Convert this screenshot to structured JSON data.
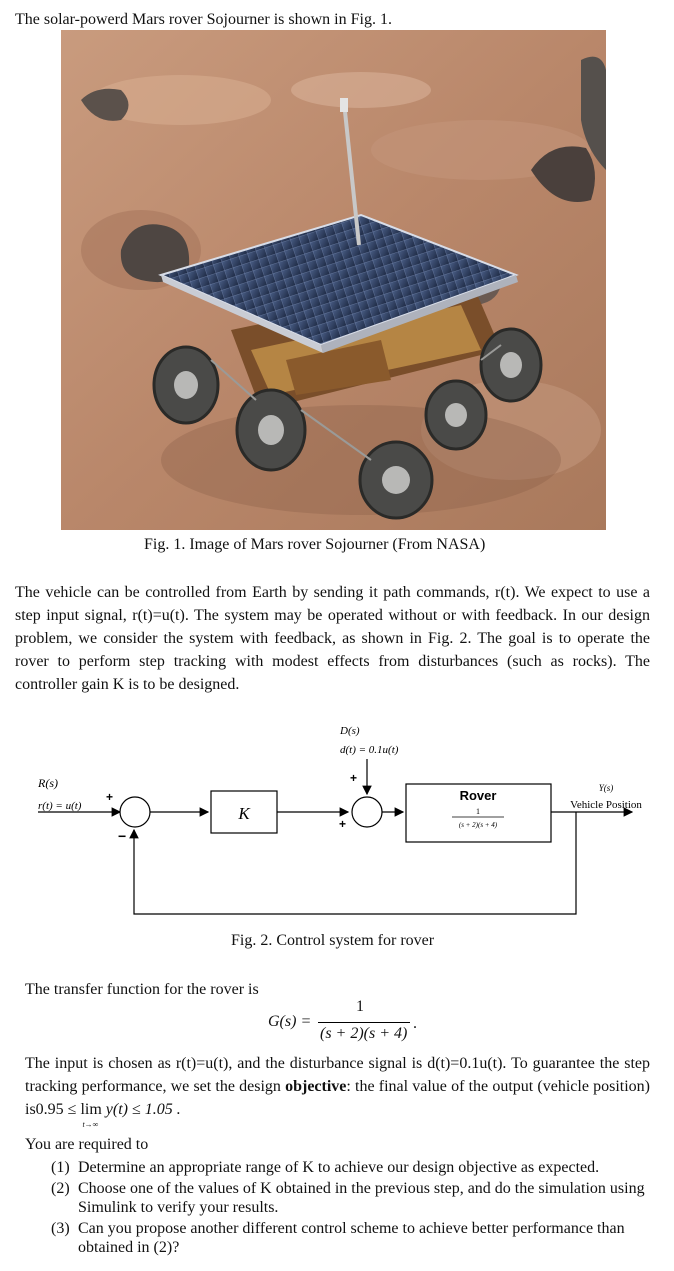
{
  "intro": "The solar-powerd Mars rover Sojourner is shown in Fig. 1.",
  "fig1": {
    "caption": "Fig. 1. Image of Mars rover Sojourner (From NASA)",
    "colors": {
      "ground": "#b9876a",
      "panel": "#2a3a5c",
      "body": "#9a6a3a",
      "wheel": "#4a4a48"
    }
  },
  "para1": "The vehicle can be controlled from Earth by sending it path commands, r(t). We expect to use a step input signal, r(t)=u(t). The system may be operated without or with feedback. In our design problem, we consider the system with feedback, as shown in Fig. 2. The goal is to operate the rover to perform step tracking with modest effects from disturbances (such as rocks). The controller gain K is to be designed.",
  "fig2": {
    "input_label": "R(s)",
    "input_eq": "r(t) = u(t)",
    "dist_label": "D(s)",
    "dist_eq": "d(t) = 0.1u(t)",
    "plus": "+",
    "minus": "−",
    "controller": "K",
    "plant_name": "Rover",
    "plant_num": "1",
    "plant_den": "(s + 2)(s + 4)",
    "output_label": "Y(s)",
    "output_name": "Vehicle Position",
    "caption": "Fig. 2. Control system for rover"
  },
  "para2": "The transfer function for the rover is",
  "tf": {
    "lhs": "G(s) =",
    "num": "1",
    "den": "(s + 2)(s + 4)",
    "end": "."
  },
  "para3_a": "The input is chosen as r(t)=u(t), and the disturbance signal is d(t)=0.1u(t). To guarantee the step tracking performance, we set the design ",
  "para3_bold": "objective",
  "para3_b": ":  the final value of the output (vehicle position) is",
  "objective": {
    "left": "0.95 ≤ ",
    "lim": "lim",
    "sub": "t→∞",
    "right": " y(t) ≤ 1.05 ."
  },
  "req_title": "You are required to",
  "requirements": [
    {
      "num": "(1)",
      "text": "Determine an appropriate range of K to achieve our design objective as expected."
    },
    {
      "num": "(2)",
      "text": "Choose one of the values of K obtained in the previous step, and do the simulation using Simulink to verify your results."
    },
    {
      "num": "(3)",
      "text": "Can you propose another different control scheme to achieve better performance than obtained in (2)?"
    }
  ]
}
